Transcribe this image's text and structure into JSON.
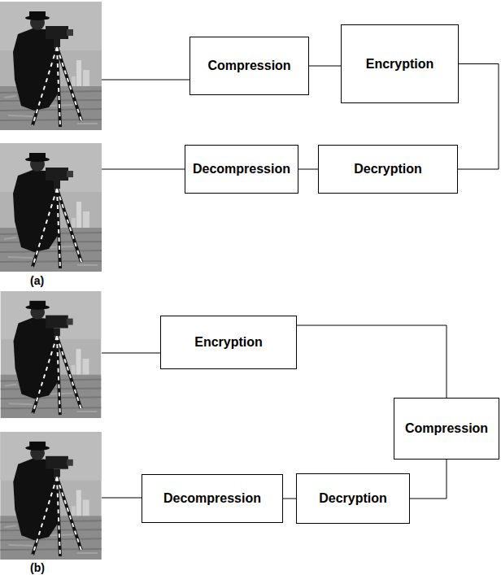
{
  "diagram": {
    "nodes": [
      {
        "text": [
          "Compression"
        ]
      },
      {
        "text": [
          "Encryption"
        ]
      },
      {
        "text": [
          "Decompression"
        ]
      },
      {
        "text": [
          "Decryption"
        ]
      },
      {
        "text": [
          "Encryption"
        ]
      },
      {
        "text": [
          "Compression"
        ]
      },
      {
        "text": [
          "Decompression"
        ]
      },
      {
        "text": [
          "Decryption"
        ]
      }
    ],
    "edges": [
      {
        "from": 0,
        "to": 1,
        "arrow": "none"
      },
      {
        "from": 1,
        "to": 3,
        "arrow": "none"
      },
      {
        "from": 3,
        "to": 2,
        "arrow": "none"
      },
      {
        "from": 4,
        "to": 5,
        "arrow": "none"
      },
      {
        "from": 5,
        "to": 7,
        "arrow": "none"
      },
      {
        "from": 7,
        "to": 6,
        "arrow": "none"
      }
    ],
    "labels": [
      "(a)",
      "(b)"
    ]
  }
}
